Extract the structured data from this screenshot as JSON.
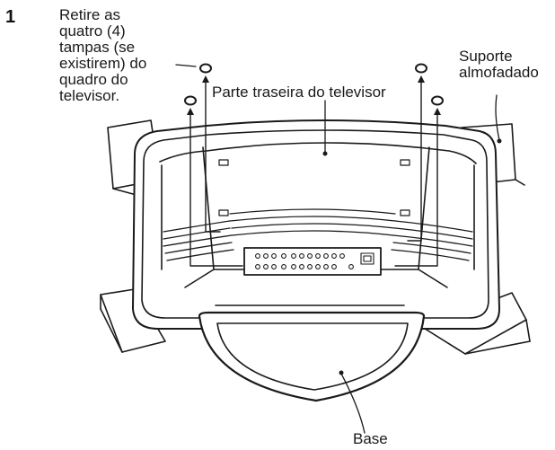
{
  "step": {
    "number": "1",
    "instruction": "Retire as\nquatro (4)\ntampas (se\nexistirem) do\nquadro do\ntelevisor."
  },
  "labels": {
    "tv_back": "Parte traseira do televisor",
    "cushion_stand": "Suporte\nalmofadado",
    "base": "Base"
  },
  "colors": {
    "line": "#1a1a1a",
    "fill": "#ffffff",
    "shade": "#efefef"
  }
}
